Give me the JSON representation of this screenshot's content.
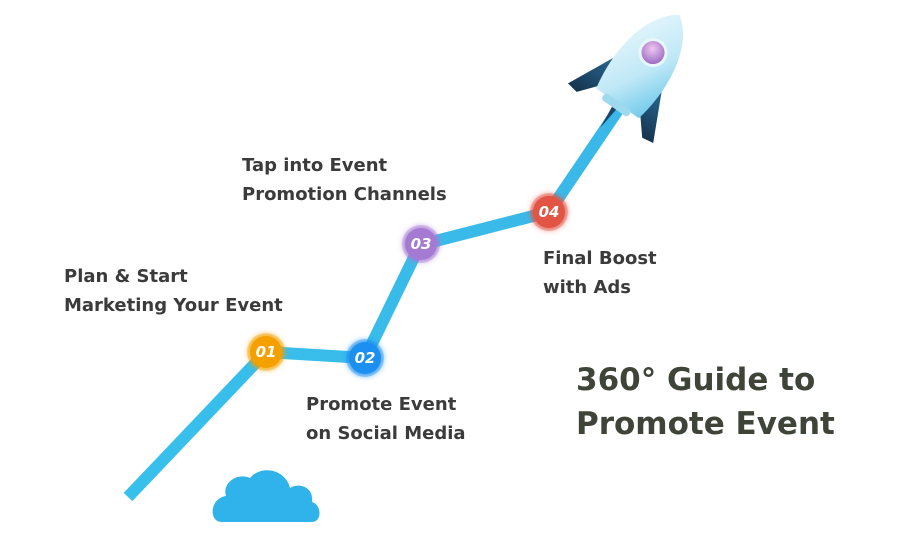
{
  "title": {
    "line1": "360° Guide to",
    "line2": "Promote Event"
  },
  "steps": [
    {
      "number": "01",
      "color": "#f4a100",
      "line1": "Plan & Start",
      "line2": "Marketing Your Event"
    },
    {
      "number": "02",
      "color": "#1e90f0",
      "line1": "Promote Event",
      "line2": "on Social Media"
    },
    {
      "number": "03",
      "color": "#a57ad3",
      "line1": "Tap into Event",
      "line2": "Promotion Channels"
    },
    {
      "number": "04",
      "color": "#e25545",
      "line1": "Final Boost",
      "line2": "with Ads"
    }
  ],
  "colors": {
    "path": "#38c0ec",
    "cloud": "#2fb3ea",
    "rocket_body": "#bfe8f6",
    "rocket_fins": "#1e4f73",
    "title_text": "#3e4437"
  },
  "icons": [
    "rocket-icon",
    "cloud-icon"
  ]
}
